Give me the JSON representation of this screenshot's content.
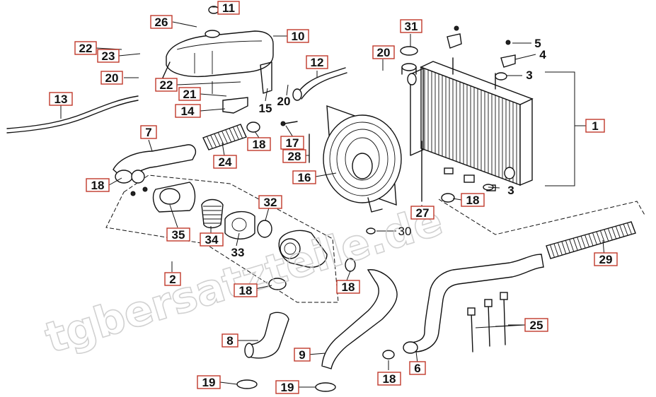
{
  "watermark": "tgbersatzteile.de",
  "callouts": [
    {
      "id": "c11",
      "text": "11"
    },
    {
      "id": "c26",
      "text": "26"
    },
    {
      "id": "c10",
      "text": "10"
    },
    {
      "id": "c22a",
      "text": "22"
    },
    {
      "id": "c23",
      "text": "23"
    },
    {
      "id": "c20a",
      "text": "20"
    },
    {
      "id": "c22b",
      "text": "22"
    },
    {
      "id": "c21",
      "text": "21"
    },
    {
      "id": "c14",
      "text": "14"
    },
    {
      "id": "c15",
      "text": "15"
    },
    {
      "id": "c20b",
      "text": "20"
    },
    {
      "id": "c12",
      "text": "12"
    },
    {
      "id": "c20c",
      "text": "20"
    },
    {
      "id": "c31",
      "text": "31"
    },
    {
      "id": "c5",
      "text": "5"
    },
    {
      "id": "c4",
      "text": "4"
    },
    {
      "id": "c3a",
      "text": "3"
    },
    {
      "id": "c1",
      "text": "1"
    },
    {
      "id": "c13",
      "text": "13"
    },
    {
      "id": "c7",
      "text": "7"
    },
    {
      "id": "c18a",
      "text": "18"
    },
    {
      "id": "c24",
      "text": "24"
    },
    {
      "id": "c17",
      "text": "17"
    },
    {
      "id": "c18b",
      "text": "18"
    },
    {
      "id": "c28",
      "text": "28"
    },
    {
      "id": "c16",
      "text": "16"
    },
    {
      "id": "c32",
      "text": "32"
    },
    {
      "id": "c35",
      "text": "35"
    },
    {
      "id": "c34",
      "text": "34"
    },
    {
      "id": "c33",
      "text": "33"
    },
    {
      "id": "c3b",
      "text": "3"
    },
    {
      "id": "c18c",
      "text": "18"
    },
    {
      "id": "c27",
      "text": "27"
    },
    {
      "id": "c30",
      "text": "30"
    },
    {
      "id": "c29",
      "text": "29"
    },
    {
      "id": "c2",
      "text": "2"
    },
    {
      "id": "c18d",
      "text": "18"
    },
    {
      "id": "c18e",
      "text": "18"
    },
    {
      "id": "c8",
      "text": "8"
    },
    {
      "id": "c9",
      "text": "9"
    },
    {
      "id": "c25",
      "text": "25"
    },
    {
      "id": "c6",
      "text": "6"
    },
    {
      "id": "c18f",
      "text": "18"
    },
    {
      "id": "c19a",
      "text": "19"
    },
    {
      "id": "c19b",
      "text": "19"
    }
  ]
}
